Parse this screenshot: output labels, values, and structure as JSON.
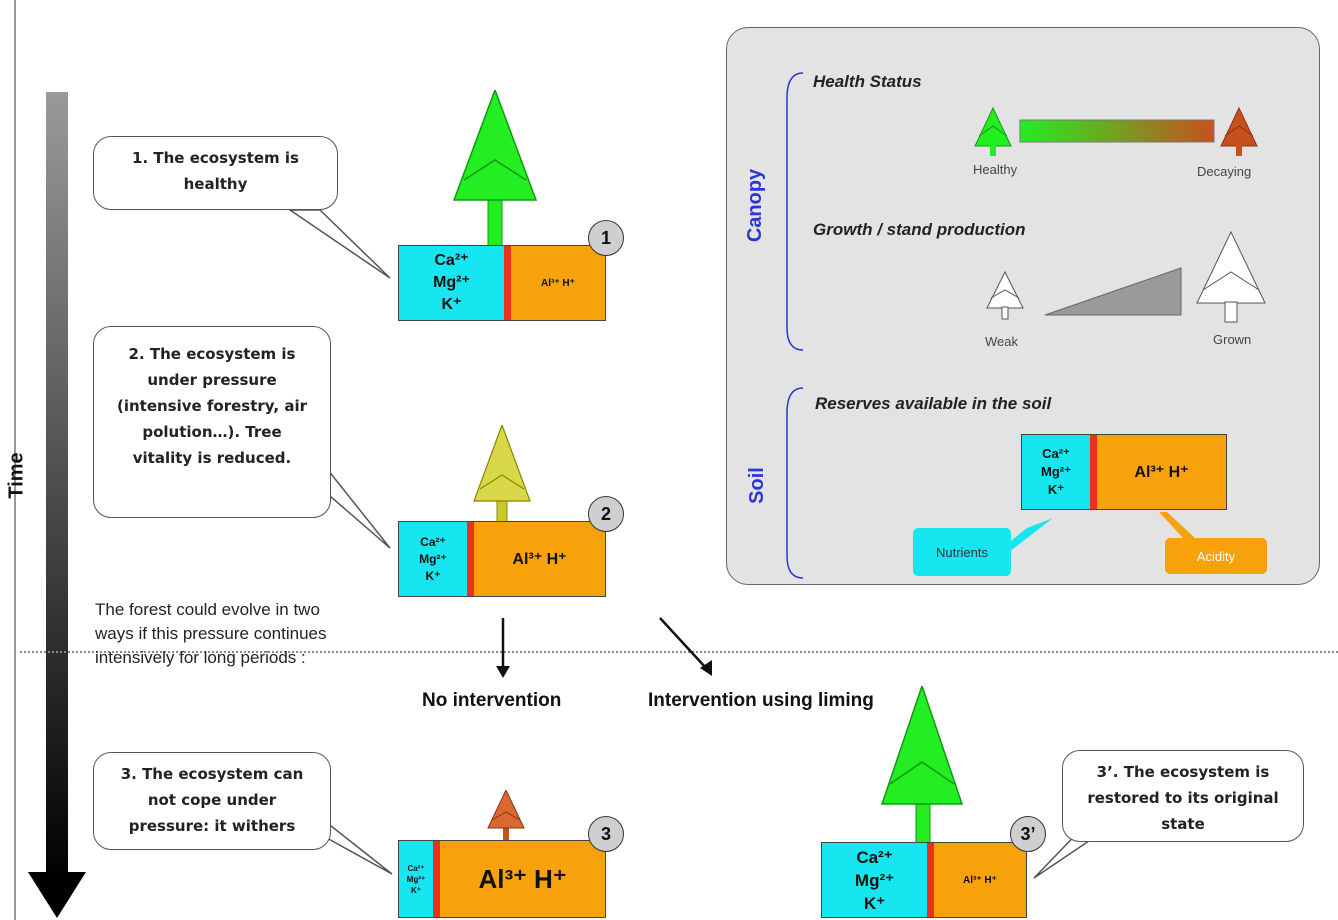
{
  "time_axis": {
    "label": "Time"
  },
  "stages": [
    {
      "bubble": "1. The ecosystem is\nhealthy",
      "badge": "1",
      "soil_base": "Ca²⁺\nMg²⁺\nK⁺",
      "soil_acid": "Al³⁺  H⁺",
      "tree_color": "#22ee22"
    },
    {
      "bubble": "2. The ecosystem is\nunder pressure\n(intensive forestry, air\npolution…). Tree\nvitality is reduced.",
      "badge": "2",
      "soil_base": "Ca²⁺\nMg²⁺\nK⁺",
      "soil_acid": "Al³⁺  H⁺",
      "tree_color": "#c8c82a"
    },
    {
      "bubble": "3. The ecosystem can\nnot cope under\npressure: it withers",
      "badge": "3",
      "soil_base": "Ca²⁺\nMg²⁺\nK⁺",
      "soil_acid": "Al³⁺  H⁺",
      "tree_color": "#c8501e"
    },
    {
      "bubble": "3’. The ecosystem is\nrestored to its original\nstate",
      "badge": "3’",
      "soil_base": "Ca²⁺\nMg²⁺\nK⁺",
      "soil_acid": "Al³⁺  H⁺",
      "tree_color": "#22ee22"
    }
  ],
  "evolution_text": "The forest could evolve in two\nways if this pressure continues\nintensively for long periods :",
  "branches": {
    "no_intervention": "No intervention",
    "liming": "Intervention using liming"
  },
  "legend": {
    "canopy_label": "Canopy",
    "soil_label": "Soil",
    "health_title": "Health Status",
    "healthy": "Healthy",
    "decaying": "Decaying",
    "growth_title": "Growth / stand production",
    "weak": "Weak",
    "grown": "Grown",
    "reserves_title": "Reserves available in the soil",
    "soil_base": "Ca²⁺\nMg²⁺\nK⁺",
    "soil_acid": "Al³⁺  H⁺",
    "nutrients": "Nutrients",
    "acidity": "Acidity"
  },
  "colors": {
    "base_cations": "#16e6ef",
    "acid_cations": "#f7a10b",
    "separator": "#e8321e",
    "healthy_tree": "#22ee22",
    "stressed_tree": "#c8c82a",
    "withered_tree": "#c8501e"
  }
}
